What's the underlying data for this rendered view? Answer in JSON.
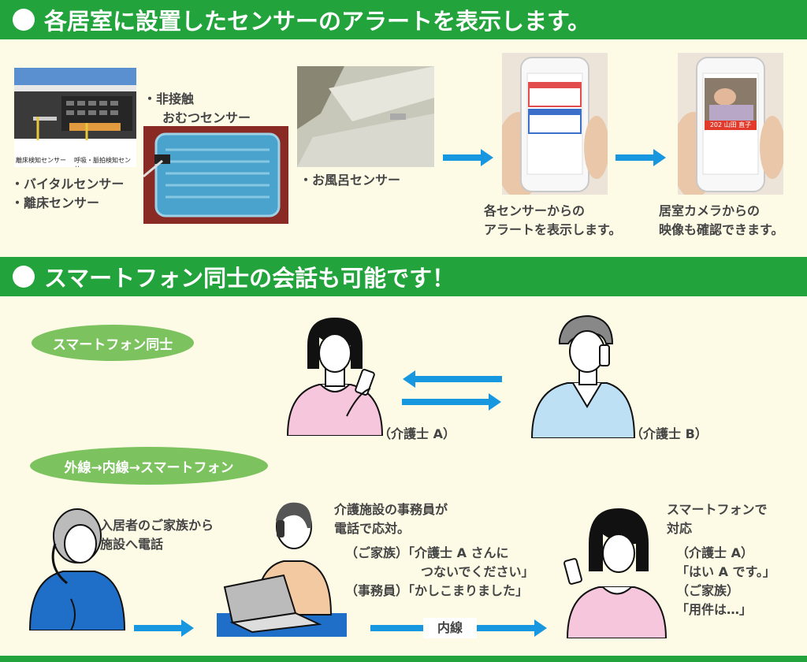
{
  "section1": {
    "title": "各居室に設置したセンサーのアラートを表示します。",
    "bed_sensor_labels": [
      "離床検知センサー",
      "呼吸・脈拍検知センサー"
    ],
    "bed_caption": [
      "・バイタルセンサー",
      "・離床センサー"
    ],
    "diaper_caption": [
      "・非接触",
      "おむつセンサー"
    ],
    "bath_caption": "・お風呂センサー",
    "phone1_caption": [
      "各センサーからの",
      "アラートを表示します。"
    ],
    "phone2_caption": [
      "居室カメラからの",
      "映像も確認できます。"
    ],
    "phone2_overlay": "202 山田 直子"
  },
  "section2": {
    "title": "スマートフォン同士の会話も可能です！",
    "pill1": "スマートフォン同士",
    "caregiver_a": "（介護士 A）",
    "caregiver_b": "（介護士 B）",
    "pill2": "外線→内線→スマートフォン",
    "family_text": [
      "入居者のご家族から",
      "施設へ電話"
    ],
    "clerk_text": [
      "介護施設の事務員が",
      "電話で応対。"
    ],
    "dialog": [
      "（ご家族）「介護士 A さんに",
      "つないでください」",
      "（事務員）「かしこまりました」"
    ],
    "arrow_label": "内線",
    "response_text": [
      "スマートフォンで",
      "対応"
    ],
    "response_dialog": [
      "（介護士 A）",
      "「はい A です。」",
      "（ご家族）",
      "「用件は…」"
    ]
  },
  "colors": {
    "green_band": "#22a33c",
    "pill": "#7cc35f",
    "arrow": "#1697e0",
    "background": "#fdfbe6"
  }
}
